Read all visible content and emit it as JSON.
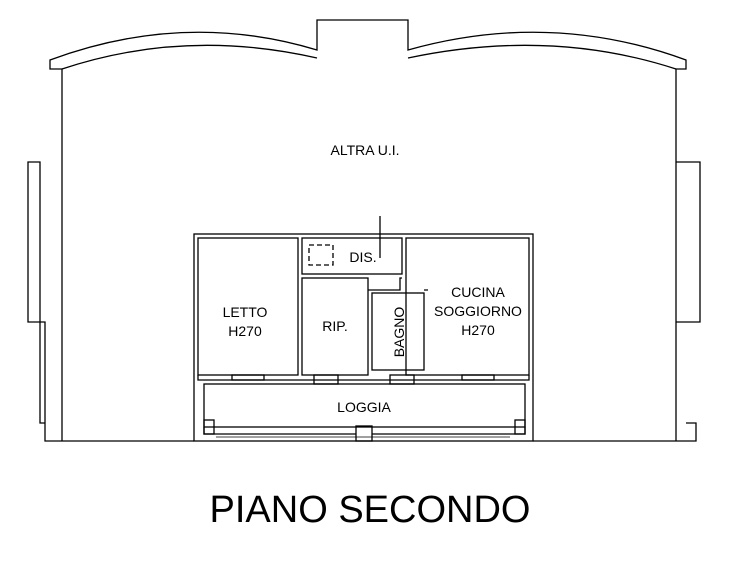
{
  "floor_plan": {
    "title": "PIANO SECONDO",
    "rooms": {
      "other_unit": "ALTRA U.I.",
      "hallway": "DIS.",
      "bedroom": [
        "LETTO",
        "H270"
      ],
      "storage": "RIP.",
      "bathroom": "BAGNO",
      "kitchen_living": [
        "CUCINA",
        "SOGGIORNO",
        "H270"
      ],
      "loggia": "LOGGIA"
    }
  }
}
